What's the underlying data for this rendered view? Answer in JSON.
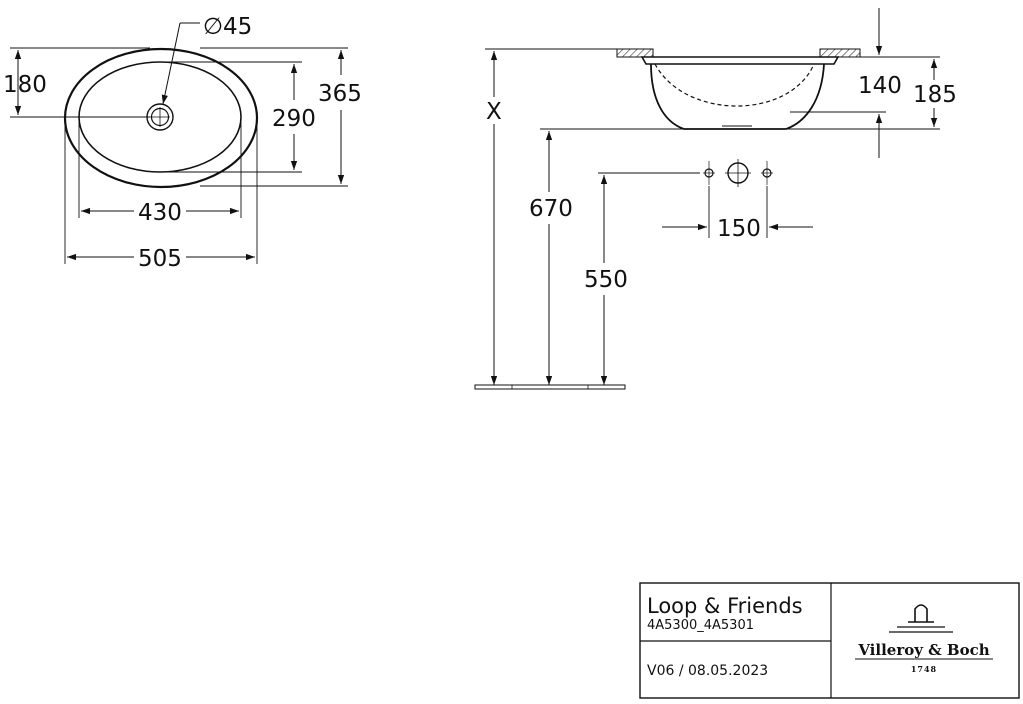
{
  "top_view": {
    "drain_diameter": "∅45",
    "depth_offset": "180",
    "inner_width": "290",
    "outer_width": "365",
    "inner_length": "430",
    "outer_length": "505"
  },
  "side_view": {
    "height_variable": "X",
    "rim_depth": "140",
    "total_depth": "185",
    "bottom_height": "670",
    "tap_height": "550",
    "tap_spacing": "150"
  },
  "title_block": {
    "product_name": "Loop & Friends",
    "article_numbers": "4A5300_4A5301",
    "version": "V06 / 08.05.2023",
    "brand": "Villeroy & Boch",
    "brand_year": "1748"
  }
}
